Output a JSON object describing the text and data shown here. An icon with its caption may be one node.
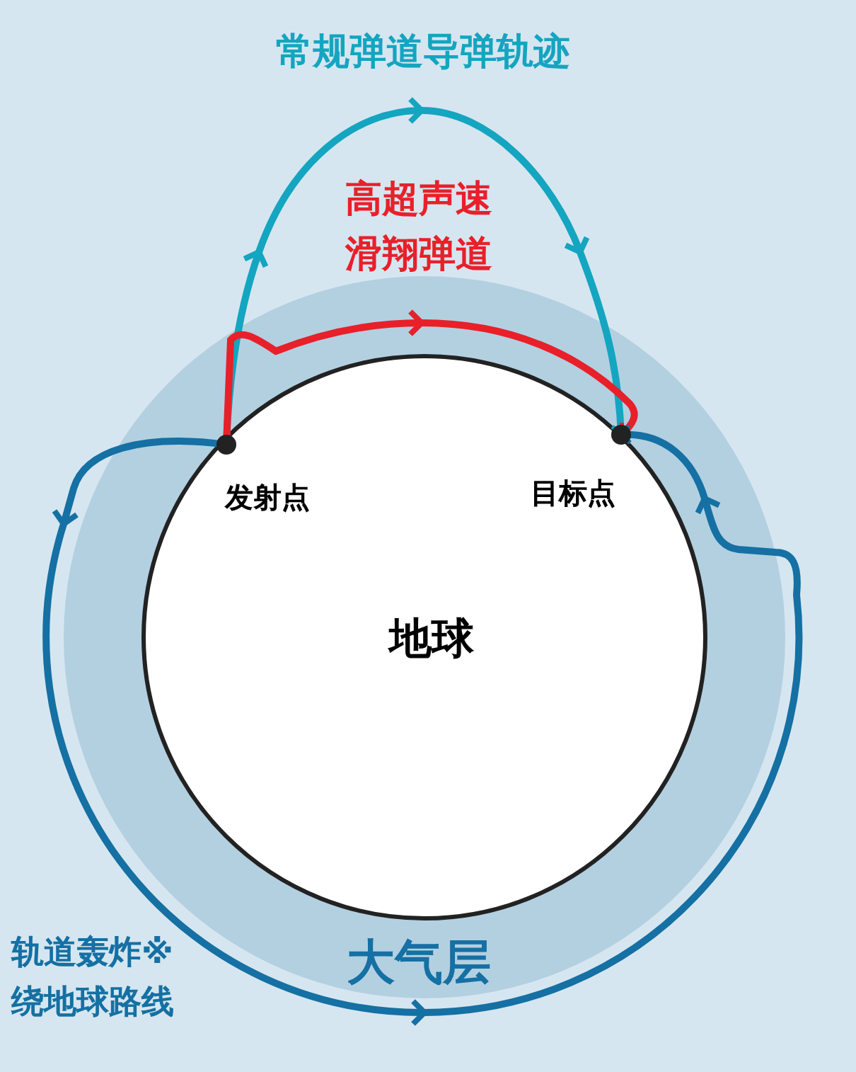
{
  "diagram": {
    "nodes": [
      {
        "text": [
          "大气层"
        ]
      },
      {
        "text": [
          "地球"
        ],
        "in": 0
      },
      {
        "text": [
          "发射点"
        ],
        "in": 1
      },
      {
        "text": [
          "目标点"
        ],
        "in": 1
      }
    ],
    "edges": [
      {
        "from": 2,
        "to": 3,
        "arrow": "to",
        "label": "常规弹道导弹轨迹",
        "color": "#14a5c0"
      },
      {
        "from": 2,
        "to": 3,
        "arrow": "to",
        "label": "高超声速滑翔弹道",
        "color": "#e8202a"
      },
      {
        "from": 2,
        "to": 3,
        "arrow": "to",
        "label": "轨道轰炸※绕地球路线",
        "color": "#1570a3"
      }
    ]
  }
}
